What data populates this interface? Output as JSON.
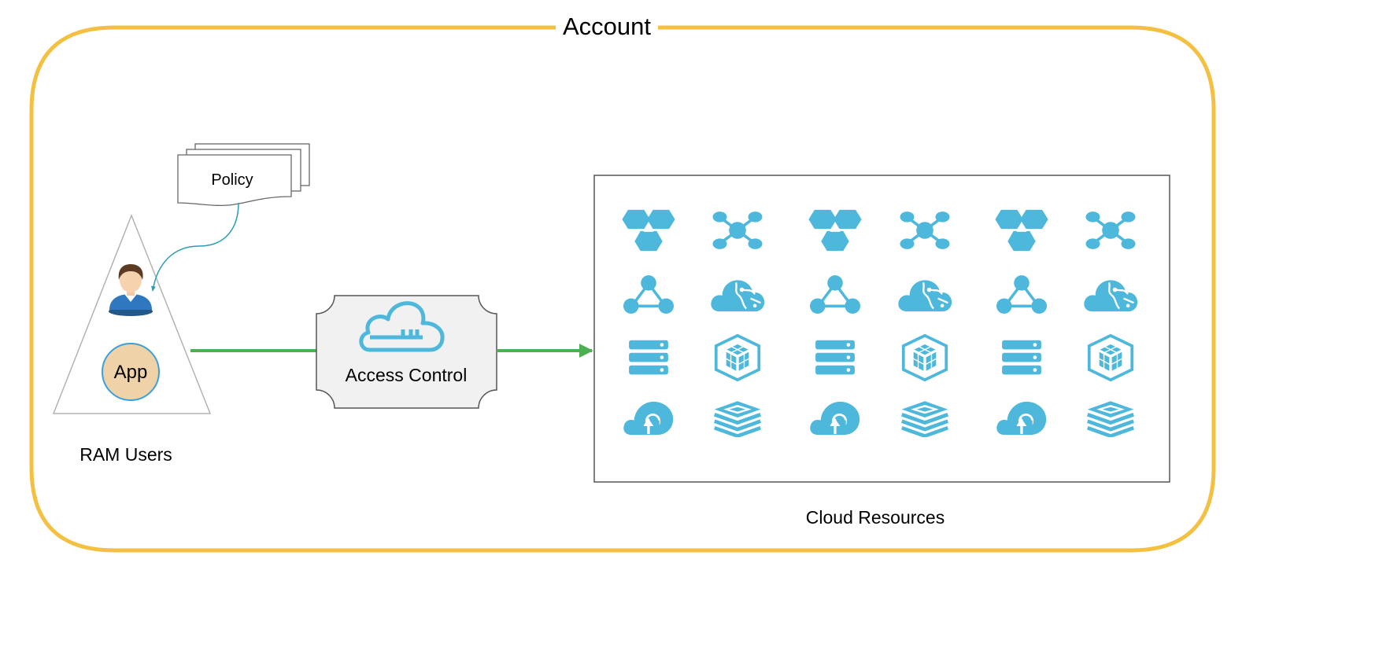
{
  "account": {
    "label": "Account"
  },
  "policy": {
    "label": "Policy"
  },
  "ram_users": {
    "label": "RAM Users",
    "app_label": "App"
  },
  "access_control": {
    "label": "Access Control"
  },
  "cloud_resources": {
    "label": "Cloud Resources",
    "rows": [
      [
        "hexagon-cluster-icon",
        "network-hub-icon",
        "hexagon-cluster-icon",
        "network-hub-icon",
        "hexagon-cluster-icon",
        "network-hub-icon"
      ],
      [
        "triangle-nodes-icon",
        "cloud-map-icon",
        "triangle-nodes-icon",
        "cloud-map-icon",
        "triangle-nodes-icon",
        "cloud-map-icon"
      ],
      [
        "server-stack-icon",
        "cube-box-icon",
        "server-stack-icon",
        "cube-box-icon",
        "server-stack-icon",
        "cube-box-icon"
      ],
      [
        "cloud-upload-icon",
        "layered-stack-icon",
        "cloud-upload-icon",
        "layered-stack-icon",
        "cloud-upload-icon",
        "layered-stack-icon"
      ]
    ]
  },
  "colors": {
    "account_border": "#f4c042",
    "resource_icon": "#4db8dc",
    "flow_arrow": "#4caf50",
    "policy_connector": "#2a9db1",
    "app_fill": "#f0d2a8",
    "app_border": "#3aa0dc",
    "access_control_fill": "#f1f1f1"
  }
}
